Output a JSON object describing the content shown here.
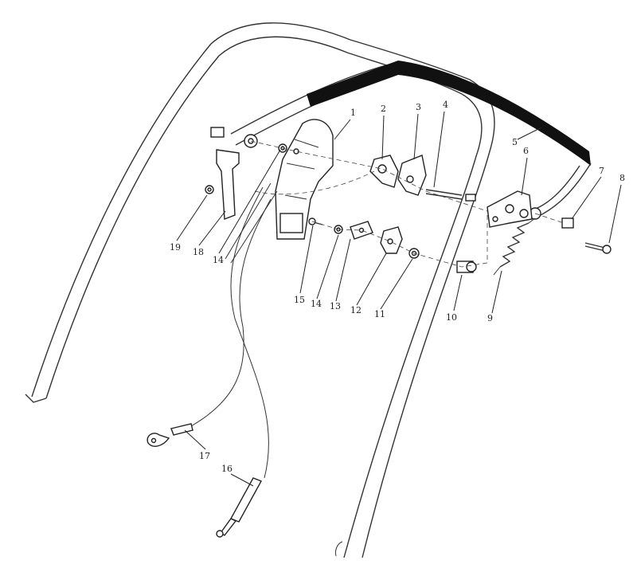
{
  "diagram": {
    "colors": {
      "ink": "#222222",
      "grip": "#111111",
      "paper": "#ffffff"
    },
    "callouts": [
      {
        "id": "c1",
        "text": "1"
      },
      {
        "id": "c2",
        "text": "2"
      },
      {
        "id": "c3",
        "text": "3"
      },
      {
        "id": "c4",
        "text": "4"
      },
      {
        "id": "c5",
        "text": "5"
      },
      {
        "id": "c6",
        "text": "6"
      },
      {
        "id": "c7",
        "text": "7"
      },
      {
        "id": "c8",
        "text": "8"
      },
      {
        "id": "c9",
        "text": "9"
      },
      {
        "id": "c10",
        "text": "10"
      },
      {
        "id": "c11",
        "text": "11"
      },
      {
        "id": "c12",
        "text": "12"
      },
      {
        "id": "c13",
        "text": "13"
      },
      {
        "id": "c14a",
        "text": "14"
      },
      {
        "id": "c14b",
        "text": "14"
      },
      {
        "id": "c15",
        "text": "15"
      },
      {
        "id": "c16",
        "text": "16"
      },
      {
        "id": "c17",
        "text": "17"
      },
      {
        "id": "c18",
        "text": "18"
      },
      {
        "id": "c19",
        "text": "19"
      }
    ]
  }
}
